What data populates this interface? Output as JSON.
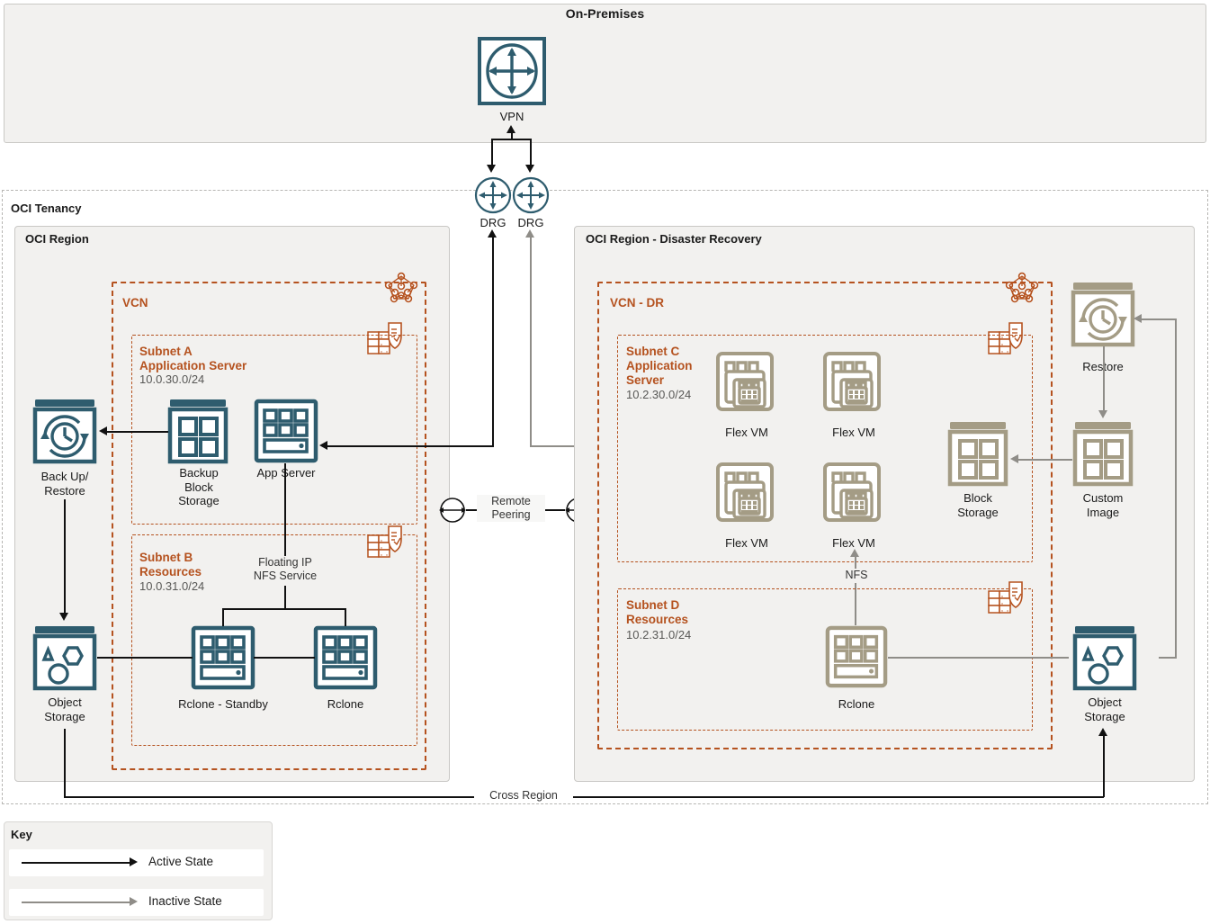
{
  "diagram": {
    "title": "On-Premises",
    "onpremises": {
      "label": "On-Premises",
      "vpn": {
        "label": "VPN",
        "icon": "vpn-router-icon"
      }
    },
    "tenancy": {
      "label": "OCI Tenancy",
      "drg_left": {
        "label": "DRG",
        "icon": "drg-icon"
      },
      "drg_right": {
        "label": "DRG",
        "icon": "drg-icon"
      },
      "cross_region_label": "Cross Region",
      "remote_peering_label": "Remote\nPeering"
    },
    "region_primary": {
      "label": "OCI Region",
      "vcn": {
        "label": "VCN"
      },
      "subnet_a": {
        "title": "Subnet A\nApplication Server",
        "cidr": "10.0.30.0/24",
        "nodes": [
          {
            "label": "Backup\nBlock\nStorage",
            "icon": "block-storage-icon"
          },
          {
            "label": "App Server",
            "icon": "compute-instance-icon"
          }
        ]
      },
      "subnet_b": {
        "title": "Subnet B\nResources",
        "cidr": "10.0.31.0/24",
        "nodes": [
          {
            "label": "Rclone - Standby",
            "icon": "compute-instance-icon"
          },
          {
            "label": "Rclone",
            "icon": "compute-instance-icon"
          }
        ]
      },
      "external_nodes": [
        {
          "label": "Back Up/\nRestore",
          "icon": "backup-restore-icon"
        },
        {
          "label": "Object\nStorage",
          "icon": "object-storage-icon"
        }
      ],
      "floating_ip_label": "Floating IP\nNFS Service"
    },
    "region_dr": {
      "label": "OCI Region - Disaster Recovery",
      "vcn": {
        "label": "VCN - DR"
      },
      "subnet_c": {
        "title": "Subnet C\nApplication\nServer",
        "cidr": "10.2.30.0/24",
        "nodes": [
          {
            "label": "Flex VM",
            "icon": "flex-vm-icon"
          },
          {
            "label": "Flex VM",
            "icon": "flex-vm-icon"
          },
          {
            "label": "Flex VM",
            "icon": "flex-vm-icon"
          },
          {
            "label": "Flex VM",
            "icon": "flex-vm-icon"
          }
        ]
      },
      "subnet_d": {
        "title": "Subnet D\nResources",
        "cidr": "10.2.31.0/24",
        "nodes": [
          {
            "label": "Rclone",
            "icon": "compute-instance-icon"
          }
        ]
      },
      "external_nodes": [
        {
          "label": "Restore",
          "icon": "restore-icon"
        },
        {
          "label": "Block\nStorage",
          "icon": "block-storage-icon"
        },
        {
          "label": "Custom\nImage",
          "icon": "custom-image-icon"
        },
        {
          "label": "Object\nStorage",
          "icon": "object-storage-icon"
        }
      ],
      "nfs_label": "NFS"
    },
    "key": {
      "title": "Key",
      "rows": [
        {
          "label": "Active State",
          "state": "active"
        },
        {
          "label": "Inactive State",
          "state": "inactive"
        }
      ]
    },
    "colors": {
      "teal": "#2e5c6e",
      "khaki": "#a49c85",
      "orange": "#b5521f",
      "active_line": "#111111",
      "inactive_line": "#8f8d88",
      "panel_bg": "#f2f1ef"
    }
  }
}
